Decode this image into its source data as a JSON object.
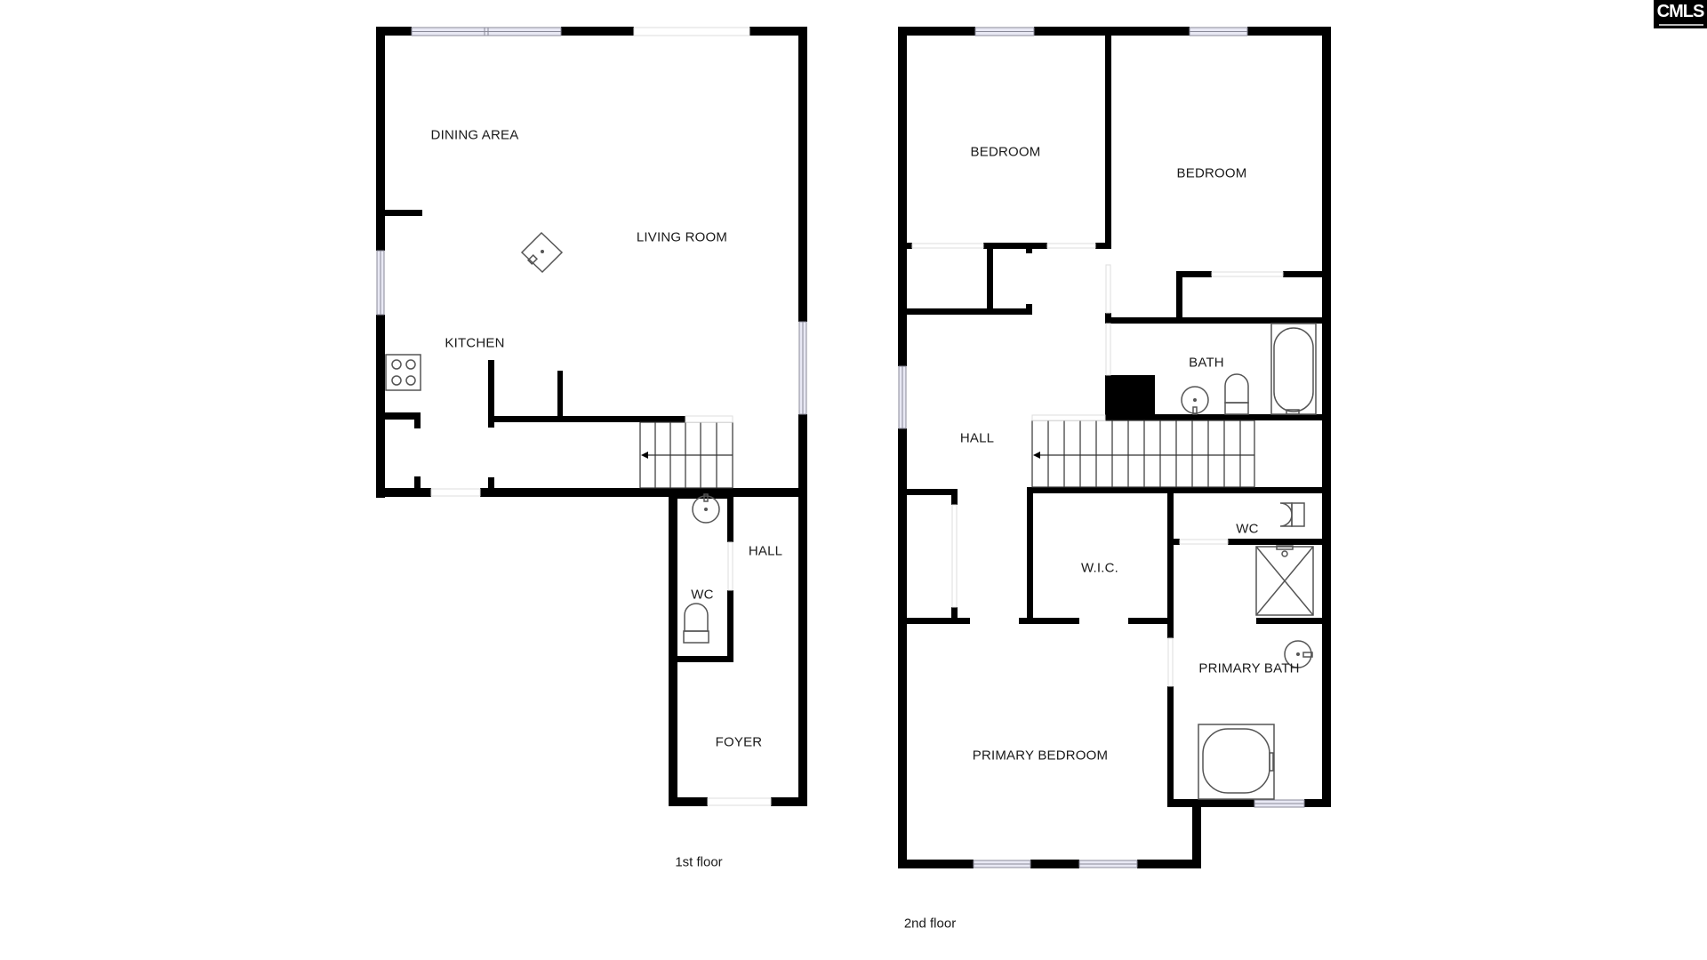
{
  "brand": {
    "logo_text": "CMLS",
    "logo_bg": "#000000",
    "logo_fg": "#ffffff"
  },
  "floors": [
    {
      "label": "1st floor",
      "rooms": [
        {
          "name": "DINING AREA"
        },
        {
          "name": "LIVING ROOM"
        },
        {
          "name": "KITCHEN"
        },
        {
          "name": "HALL"
        },
        {
          "name": "WC"
        },
        {
          "name": "FOYER"
        }
      ]
    },
    {
      "label": "2nd floor",
      "rooms": [
        {
          "name": "BEDROOM"
        },
        {
          "name": "BEDROOM"
        },
        {
          "name": "BATH"
        },
        {
          "name": "HALL"
        },
        {
          "name": "W.I.C."
        },
        {
          "name": "WC"
        },
        {
          "name": "PRIMARY BATH"
        },
        {
          "name": "PRIMARY BEDROOM"
        }
      ]
    }
  ],
  "colors": {
    "wall": "#000000",
    "window_fill": "#e8e8f4",
    "background": "#ffffff"
  }
}
